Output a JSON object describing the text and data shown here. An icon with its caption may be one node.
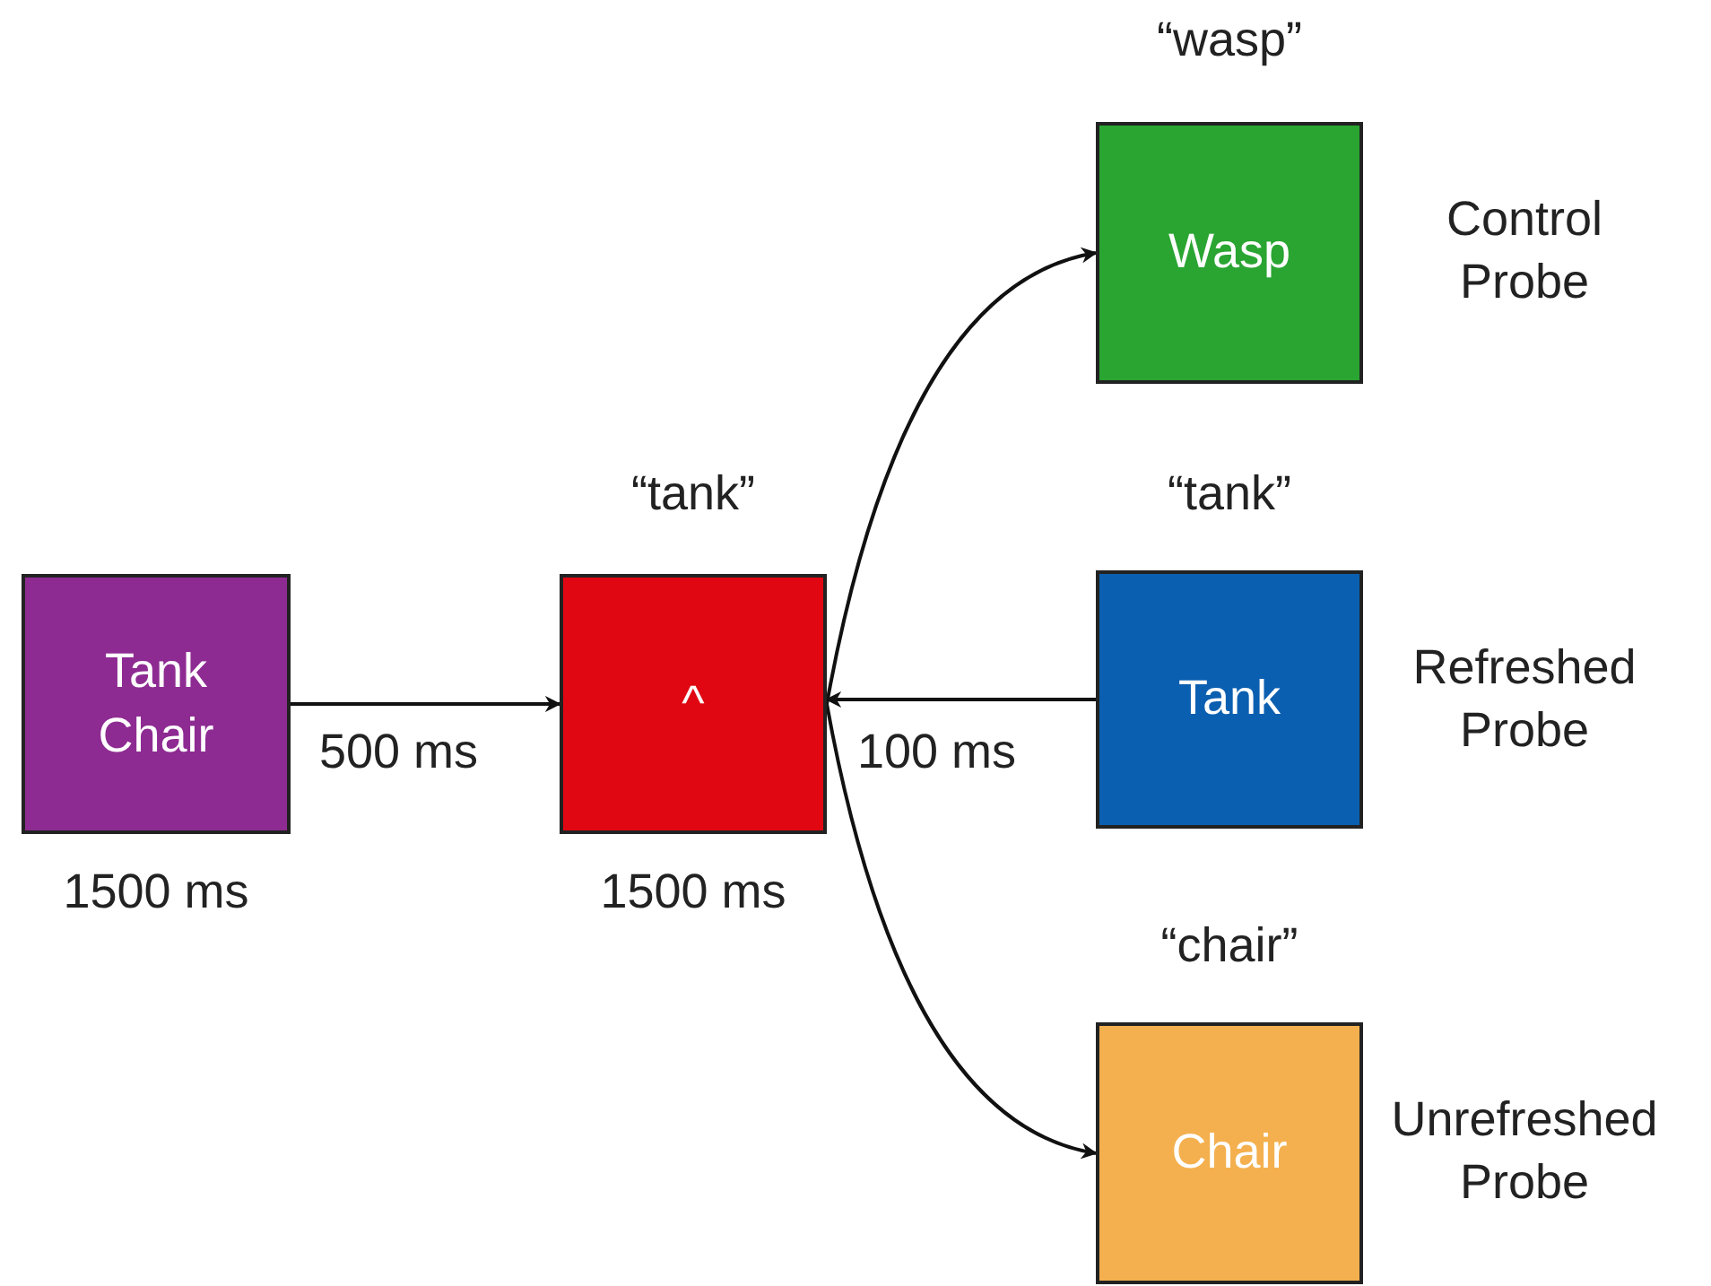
{
  "diagram": {
    "nodes": [
      {
        "text": [
          "Tank Chair"
        ],
        "beside": [
          "1500 ms"
        ]
      },
      {
        "text": [
          "^"
        ],
        "beside": [
          "“tank”",
          "1500 ms"
        ]
      },
      {
        "text": [
          "Wasp"
        ],
        "beside": [
          "“wasp”",
          "Control Probe"
        ]
      },
      {
        "text": [
          "Tank"
        ],
        "beside": [
          "“tank”",
          "Refreshed Probe"
        ]
      },
      {
        "text": [
          "Chair"
        ],
        "beside": [
          "“chair”",
          "Unrefreshed Probe"
        ]
      }
    ],
    "edges": [
      {
        "from": 0,
        "to": 1,
        "arrow": "to",
        "label": "500 ms"
      },
      {
        "from": 1,
        "to": 2,
        "arrow": "to"
      },
      {
        "from": 3,
        "to": 1,
        "arrow": "to",
        "label": "100 ms"
      },
      {
        "from": 1,
        "to": 4,
        "arrow": "to"
      }
    ]
  }
}
